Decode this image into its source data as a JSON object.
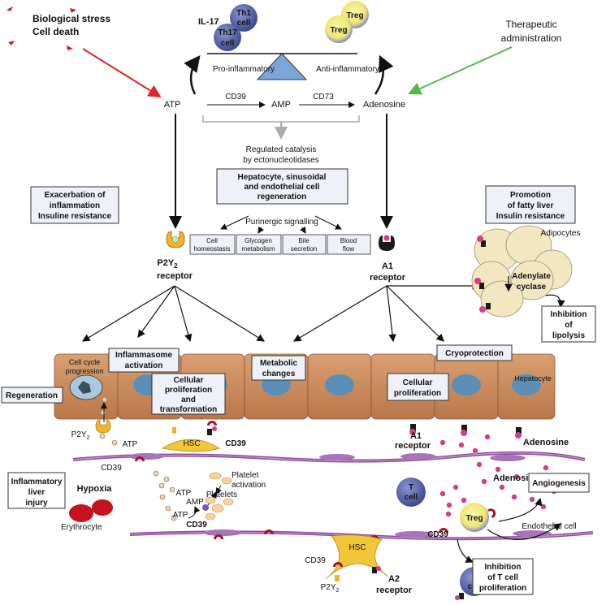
{
  "top": {
    "stress_line1": "Biological stress",
    "stress_line2": "Cell death",
    "il17": "IL-17",
    "th1_line1": "Th1",
    "th1_line2": "cell",
    "th17_line1": "Th17",
    "th17_line2": "cell",
    "treg": "Treg",
    "therapeutic_line1": "Therapeutic",
    "therapeutic_line2": "administration",
    "pro": "Pro-inflammatory",
    "anti": "Anti-inflammatory",
    "atp": "ATP",
    "cd39": "CD39",
    "amp": "AMP",
    "cd73": "CD73",
    "adenosine": "Adenosine",
    "regulated_line1": "Regulated catalysis",
    "regulated_line2": "by ectonucleotidases"
  },
  "center_box": {
    "line1": "Hepatocyte, sinusoidal",
    "line2": "and endothelial cell",
    "line3": "regeneration"
  },
  "purinergic": "Purinergic signalling",
  "functions": [
    {
      "line1": "Cell",
      "line2": "homeostasis"
    },
    {
      "line1": "Glycogen",
      "line2": "metabolism"
    },
    {
      "line1": "Bile",
      "line2": "secretion"
    },
    {
      "line1": "Blood",
      "line2": "flow"
    }
  ],
  "left_box": {
    "line1": "Exacerbation of",
    "line2": "inflammation",
    "line3": "Insuline resistance"
  },
  "right_box": {
    "line1": "Promotion",
    "line2": "of fatty liver",
    "line3": "Insulin resistance"
  },
  "receptors": {
    "p2y2_main": "P2Y",
    "p2y2_sub": "2",
    "receptor": "receptor",
    "a1": "A1",
    "a2": "A2"
  },
  "adipocytes": {
    "label": "Adipocytes",
    "enzyme_line1": "Adenylate",
    "enzyme_line2": "cyclase",
    "lipolysis_line1": "Inhibition",
    "lipolysis_line2": "of",
    "lipolysis_line3": "lipolysis"
  },
  "tissue_boxes": {
    "cell_cycle_line1": "Cell cycle",
    "cell_cycle_line2": "progression",
    "inflammasome_line1": "Inflammasome",
    "inflammasome_line2": "activation",
    "prolif_line1": "Cellular",
    "prolif_line2": "proliferation",
    "prolif_line3": "and",
    "prolif_line4": "transformation",
    "metabolic_line1": "Metabolic",
    "metabolic_line2": "changes",
    "cell_prolif_line1": "Cellular",
    "cell_prolif_line2": "proliferation",
    "cryoprotection": "Cryoprotection",
    "hepatocyte": "Hepatocyte",
    "regeneration": "Regeneration"
  },
  "sinusoid": {
    "hsc": "HSC",
    "cd39": "CD39",
    "atp": "ATP",
    "amp": "AMP",
    "platelet_line1": "Platelet",
    "platelet_line2": "activation",
    "platelets": "Platelets",
    "adenosine": "Adenosine",
    "t_line1": "T",
    "t_line2": "cell",
    "treg": "Treg",
    "endothelial": "Endothelial cell",
    "angiogenesis": "Angiogenesis",
    "inhib_t_line1": "Inhibition",
    "inhib_t_line2": "of T cell",
    "inhib_t_line3": "proliferation",
    "injury_line1": "Inflammatory",
    "injury_line2": "liver",
    "injury_line3": "injury",
    "hypoxia": "Hypoxia",
    "erythrocyte": "Erythrocyte"
  },
  "colors": {
    "red_arrow": "#e0242b",
    "green_arrow": "#52b848",
    "triangle": "#7aa6d8",
    "hepatocyte": "#c98a5c",
    "nucleus": "#5b8fb8",
    "endothelium": "#8c4a9a",
    "hsc": "#f3c63a",
    "tcell": "#4c5aa0",
    "treg": "#f0ea6a",
    "adenosine_dot": "#d23e8c",
    "erythrocyte": "#c4121f",
    "adipocyte": "#f2e7c0",
    "box_fill": "#eef1f8"
  }
}
